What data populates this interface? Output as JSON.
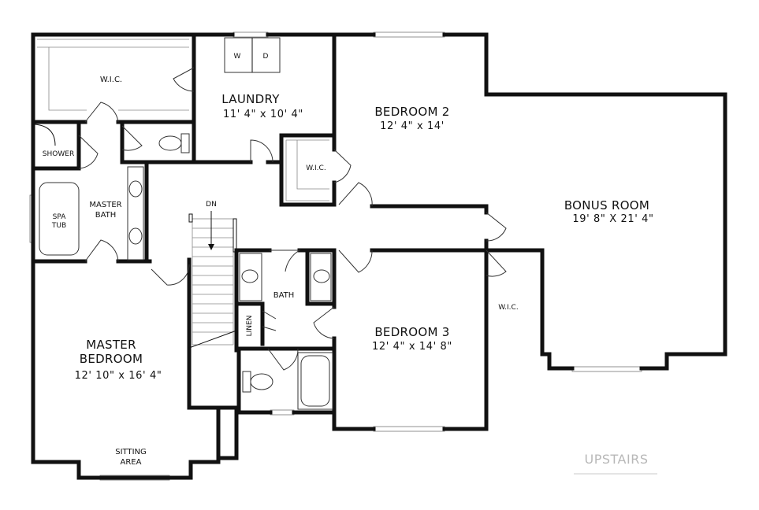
{
  "rooms": {
    "wic_master": "W.I.C.",
    "laundry": {
      "name": "LAUNDRY",
      "dims": "11' 4\" x 10' 4\""
    },
    "washer": "W",
    "dryer": "D",
    "bedroom2": {
      "name": "BEDROOM 2",
      "dims": "12' 4\" x 14'"
    },
    "wic_bed2": "W.I.C.",
    "bonus": {
      "name": "BONUS ROOM",
      "dims": "19' 8\" X 21' 4\""
    },
    "shower": "SHOWER",
    "spa_tub": [
      "SPA",
      "TUB"
    ],
    "master_bath": [
      "MASTER",
      "BATH"
    ],
    "stairs_dn": "DN",
    "bath": "BATH",
    "linen": "LINEN",
    "bedroom3": {
      "name": "BEDROOM 3",
      "dims": "12' 4\" x 14' 8\""
    },
    "wic_bed3": "W.I.C.",
    "master_bedroom": {
      "name": [
        "MASTER",
        "BEDROOM"
      ],
      "dims": "12' 10\" x 16' 4\""
    },
    "sitting_area": [
      "SITTING",
      "AREA"
    ]
  },
  "floor_label": "UPSTAIRS"
}
